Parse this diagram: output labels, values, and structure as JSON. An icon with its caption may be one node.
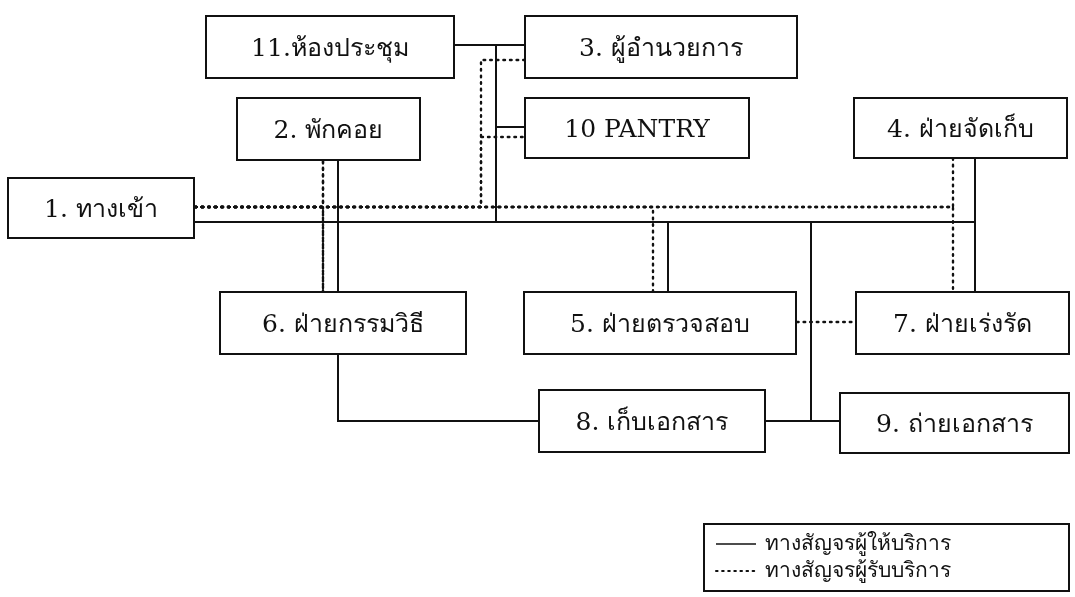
{
  "diagram": {
    "nodes": [
      {
        "text": [
          "11.ห้องประชุม"
        ]
      },
      {
        "text": [
          "3. ผู้อำนวยการ"
        ]
      },
      {
        "text": [
          "2. พักคอย"
        ]
      },
      {
        "text": [
          "10 PANTRY"
        ]
      },
      {
        "text": [
          "4. ฝ่ายจัดเก็บ"
        ]
      },
      {
        "text": [
          "1. ทางเข้า"
        ]
      },
      {
        "text": [
          "6. ฝ่ายกรรมวิธี"
        ]
      },
      {
        "text": [
          "5. ฝ่ายตรวจสอบ"
        ]
      },
      {
        "text": [
          "7. ฝ่ายเร่งรัด"
        ]
      },
      {
        "text": [
          "8. เก็บเอกสาร"
        ]
      },
      {
        "text": [
          "9. ถ่ายเอกสาร"
        ]
      }
    ],
    "edges": [
      {
        "from": 5,
        "to": 0,
        "arrow": "none"
      },
      {
        "from": 5,
        "to": 1,
        "arrow": "none"
      },
      {
        "from": 5,
        "to": 3,
        "arrow": "none"
      },
      {
        "from": 5,
        "to": 2,
        "arrow": "none"
      },
      {
        "from": 5,
        "to": 6,
        "arrow": "none"
      },
      {
        "from": 2,
        "to": 6,
        "arrow": "none"
      },
      {
        "from": 5,
        "to": 7,
        "arrow": "none"
      },
      {
        "from": 5,
        "to": 4,
        "arrow": "none"
      },
      {
        "from": 5,
        "to": 8,
        "arrow": "none"
      },
      {
        "from": 5,
        "to": 9,
        "arrow": "none"
      },
      {
        "from": 5,
        "to": 10,
        "arrow": "none"
      },
      {
        "from": 9,
        "to": 10,
        "arrow": "none"
      },
      {
        "from": 6,
        "to": 9,
        "arrow": "none"
      },
      {
        "from": 5,
        "to": 2,
        "arrow": "none",
        "style": "dashed"
      },
      {
        "from": 5,
        "to": 6,
        "arrow": "none",
        "style": "dashed"
      },
      {
        "from": 2,
        "to": 6,
        "arrow": "none",
        "style": "dashed"
      },
      {
        "from": 5,
        "to": 1,
        "arrow": "none",
        "style": "dashed"
      },
      {
        "from": 5,
        "to": 3,
        "arrow": "none",
        "style": "dashed"
      },
      {
        "from": 5,
        "to": 7,
        "arrow": "none",
        "style": "dashed"
      },
      {
        "from": 5,
        "to": 4,
        "arrow": "none",
        "style": "dashed"
      },
      {
        "from": 5,
        "to": 8,
        "arrow": "none",
        "style": "dashed"
      },
      {
        "from": 7,
        "to": 8,
        "arrow": "none",
        "style": "dashed"
      }
    ],
    "legend": [
      {
        "text": "ทางสัญจรผู้ให้บริการ"
      },
      {
        "text": "ทางสัญจรผู้รับบริการ"
      }
    ]
  }
}
